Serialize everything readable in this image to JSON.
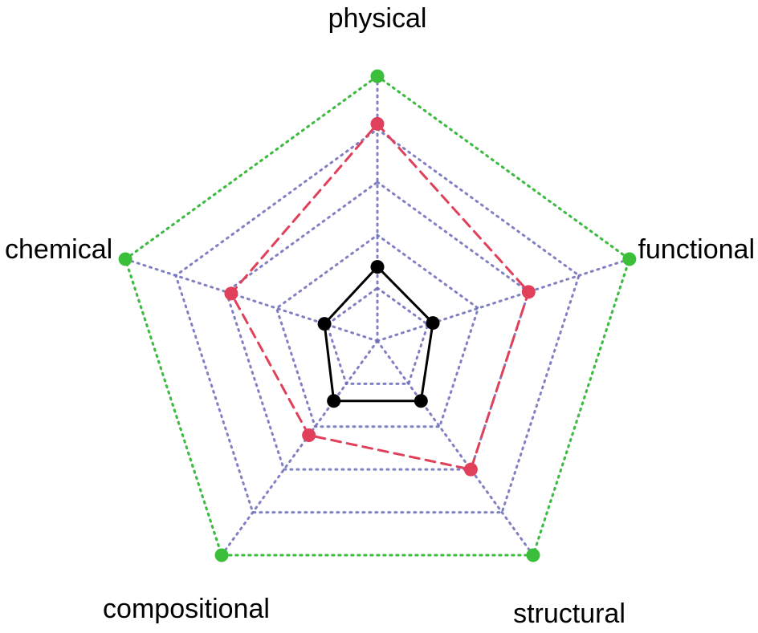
{
  "chart_data": {
    "type": "radar",
    "axes": [
      "physical",
      "functional",
      "structural",
      "compositional",
      "chemical"
    ],
    "rmax": 1.0,
    "grid_levels": [
      0.2,
      0.4,
      0.6,
      0.8,
      1.0
    ],
    "grid": true,
    "series": [
      {
        "values": [
          1.0,
          1.0,
          1.0,
          1.0,
          1.0
        ],
        "color": "#3bbf3b",
        "line_style": "dotted"
      },
      {
        "values": [
          0.82,
          0.6,
          0.6,
          0.44,
          0.58
        ],
        "color": "#e0405a",
        "line_style": "dashed"
      },
      {
        "values": [
          0.28,
          0.22,
          0.28,
          0.28,
          0.21
        ],
        "color": "#000000",
        "line_style": "solid"
      }
    ],
    "colors": {
      "grid": "#6a6ab8",
      "background": "#ffffff"
    }
  }
}
